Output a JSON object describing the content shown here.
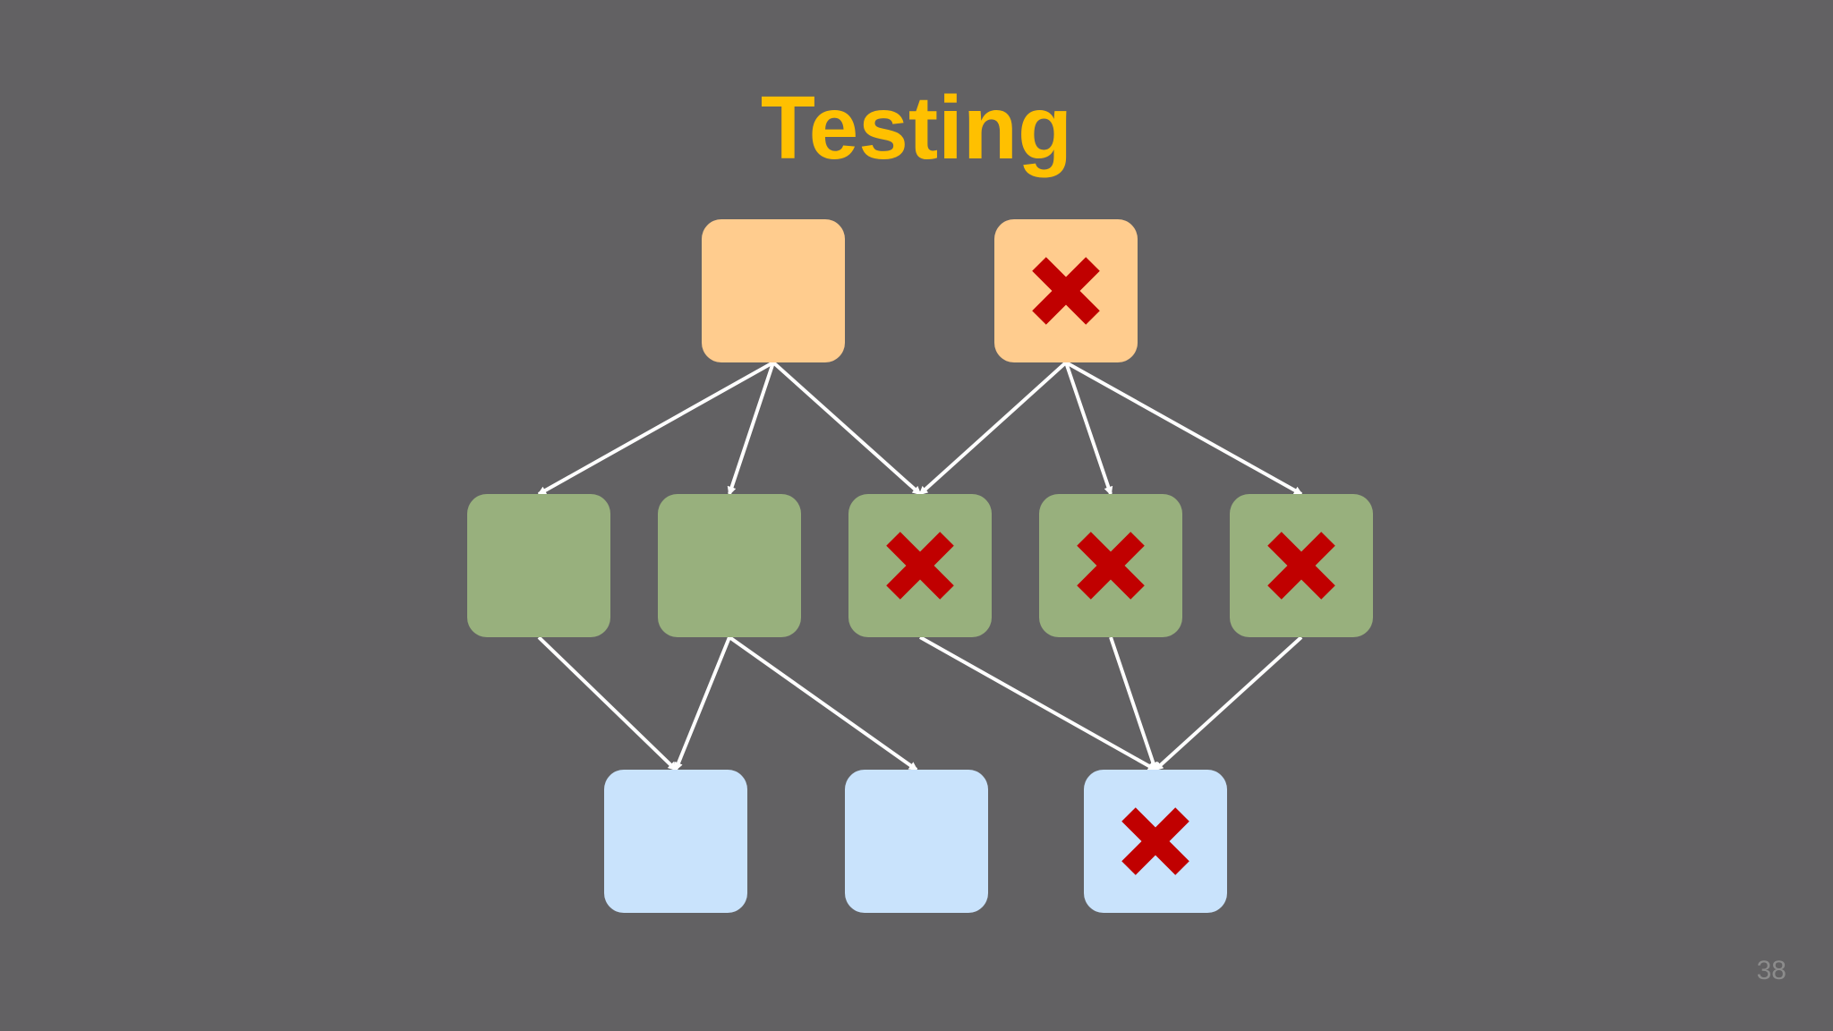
{
  "slide": {
    "title": "Testing",
    "page_number": "38"
  },
  "colors": {
    "background": "#626163",
    "title": "#FFC000",
    "tier1_box": "#FFCC8E",
    "tier2_box": "#98B07D",
    "tier3_box": "#C9E3FC",
    "fail_mark": "#C00000",
    "edge": "#FFFFFF"
  },
  "diagram": {
    "nodes": [
      {
        "id": "t1a",
        "tier": 1,
        "failed": false
      },
      {
        "id": "t1b",
        "tier": 1,
        "failed": true
      },
      {
        "id": "t2a",
        "tier": 2,
        "failed": false
      },
      {
        "id": "t2b",
        "tier": 2,
        "failed": false
      },
      {
        "id": "t2c",
        "tier": 2,
        "failed": true
      },
      {
        "id": "t2d",
        "tier": 2,
        "failed": true
      },
      {
        "id": "t2e",
        "tier": 2,
        "failed": true
      },
      {
        "id": "t3a",
        "tier": 3,
        "failed": false
      },
      {
        "id": "t3b",
        "tier": 3,
        "failed": false
      },
      {
        "id": "t3c",
        "tier": 3,
        "failed": true
      }
    ],
    "edges": [
      {
        "from": "t1a",
        "to": "t2a"
      },
      {
        "from": "t1a",
        "to": "t2b"
      },
      {
        "from": "t1a",
        "to": "t2c"
      },
      {
        "from": "t1b",
        "to": "t2c"
      },
      {
        "from": "t1b",
        "to": "t2d"
      },
      {
        "from": "t1b",
        "to": "t2e"
      },
      {
        "from": "t2a",
        "to": "t3a"
      },
      {
        "from": "t2b",
        "to": "t3a"
      },
      {
        "from": "t2b",
        "to": "t3b"
      },
      {
        "from": "t2c",
        "to": "t3c"
      },
      {
        "from": "t2d",
        "to": "t3c"
      },
      {
        "from": "t2e",
        "to": "t3c"
      }
    ]
  }
}
